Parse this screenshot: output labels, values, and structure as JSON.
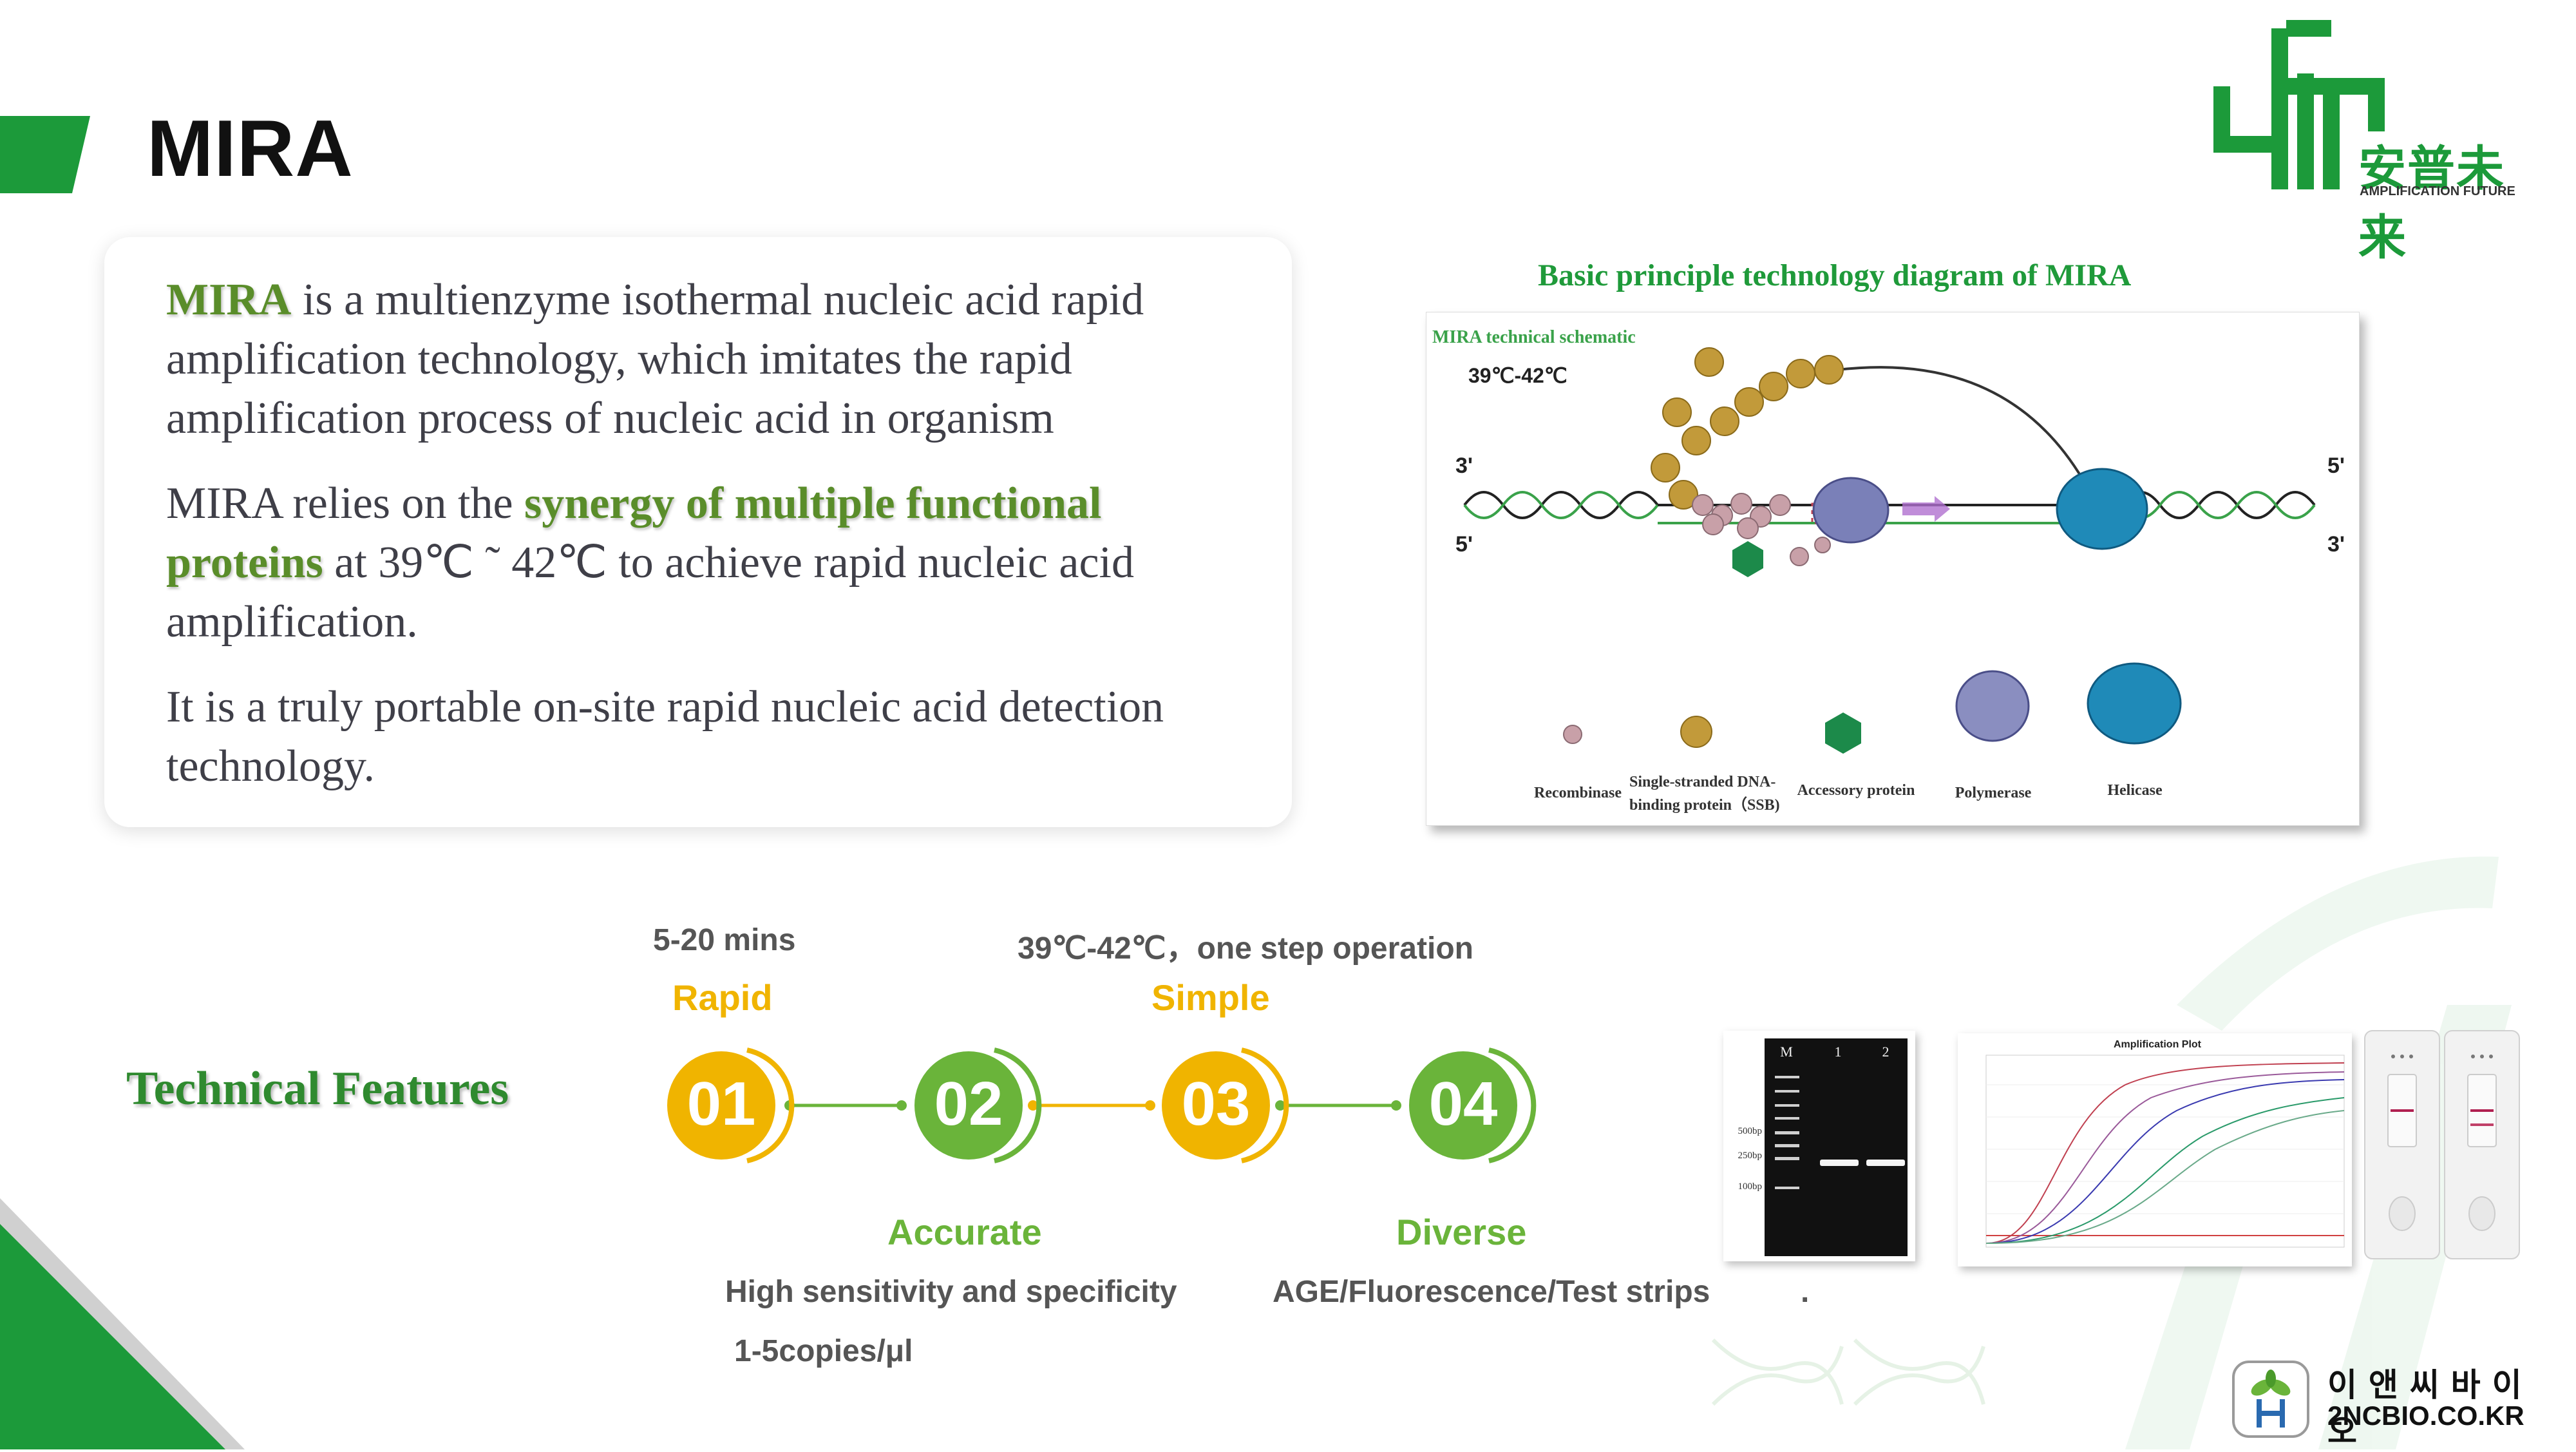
{
  "header": {
    "title": "MIRA"
  },
  "intro": {
    "p1_highlight": "MIRA",
    "p1_rest": "  is a multienzyme isothermal nucleic acid rapid amplification technology,   which imitates the rapid amplification process of nucleic acid in organism",
    "p2_pre": "MIRA relies on the ",
    "p2_highlight": "synergy of multiple functional proteins",
    "p2_rest": " at 39℃ ˜ 42℃ to achieve rapid nucleic acid amplification.",
    "p3": "It is a truly portable on-site rapid nucleic acid detection technology."
  },
  "diagram": {
    "title": "Basic principle technology diagram of  MIRA",
    "schematic_label": "MIRA technical schematic",
    "temperature": "39℃-42℃",
    "end_top_left": "3'",
    "end_bottom_left": "5'",
    "end_top_right": "5'",
    "end_bottom_right": "3'",
    "legend": [
      "Recombinase",
      "Single-stranded DNA-binding protein（SSB)",
      "Accessory protein",
      "Polymerase",
      "Helicase"
    ]
  },
  "features": {
    "section_title": "Technical Features",
    "items": [
      {
        "number": "01",
        "name": "Rapid",
        "note": "5-20 mins",
        "color": "#f0b400"
      },
      {
        "number": "02",
        "name": "Accurate",
        "note": "High sensitivity and specificity",
        "note2": "1-5copies/μl",
        "color": "#6ab43a"
      },
      {
        "number": "03",
        "name": "Simple",
        "note": "39℃-42℃，one step operation",
        "color": "#f0b400"
      },
      {
        "number": "04",
        "name": "Diverse",
        "note": "AGE/Fluorescence/Test strips",
        "color": "#6ab43a"
      }
    ],
    "trailing_dot": "."
  },
  "gel": {
    "lanes": [
      "M",
      "1",
      "2"
    ],
    "markers": [
      "500bp",
      "250bp",
      "100bp"
    ]
  },
  "plot": {
    "title": "Amplification Plot"
  },
  "logos": {
    "top_brand_cn": "安普未来",
    "top_brand_en": "AMPLIFICATION FUTURE",
    "bottom_korean": "이 앤 씨 바 이 오",
    "bottom_url": "2NCBIO.CO.KR"
  },
  "colors": {
    "brand_green": "#1c9a3a",
    "highlight_green": "#5a8d2a",
    "feature_yellow": "#f0b400",
    "feature_green": "#6ab43a"
  }
}
